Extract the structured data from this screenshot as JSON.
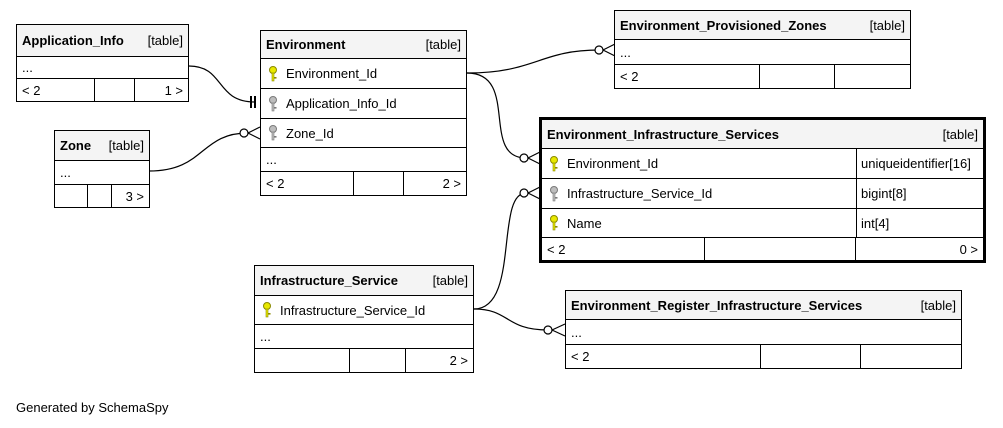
{
  "tables": {
    "application_info": {
      "name": "Application_Info",
      "type": "[table]",
      "rows": [
        {
          "label": "..."
        }
      ],
      "footer": [
        "< 2",
        "",
        "1 >"
      ]
    },
    "zone": {
      "name": "Zone",
      "type": "[table]",
      "rows": [
        {
          "label": "..."
        }
      ],
      "footer": [
        "",
        "",
        "3 >"
      ]
    },
    "environment": {
      "name": "Environment",
      "type": "[table]",
      "rows": [
        {
          "label": "Environment_Id",
          "key": "primary-key"
        },
        {
          "label": "Application_Info_Id",
          "key": "foreign-key"
        },
        {
          "label": "Zone_Id",
          "key": "foreign-key"
        },
        {
          "label": "..."
        }
      ],
      "footer": [
        "< 2",
        "",
        "2 >"
      ]
    },
    "environment_provisioned_zones": {
      "name": "Environment_Provisioned_Zones",
      "type": "[table]",
      "rows": [
        {
          "label": "..."
        }
      ],
      "footer": [
        "< 2",
        "",
        ""
      ]
    },
    "environment_infrastructure_services": {
      "name": "Environment_Infrastructure_Services",
      "type": "[table]",
      "rows": [
        {
          "label": "Environment_Id",
          "key": "primary-key",
          "datatype": "uniqueidentifier[16]"
        },
        {
          "label": "Infrastructure_Service_Id",
          "key": "foreign-key",
          "datatype": "bigint[8]"
        },
        {
          "label": "Name",
          "key": "primary-key",
          "datatype": "int[4]"
        }
      ],
      "footer": [
        "< 2",
        "",
        "0 >"
      ]
    },
    "infrastructure_service": {
      "name": "Infrastructure_Service",
      "type": "[table]",
      "rows": [
        {
          "label": "Infrastructure_Service_Id",
          "key": "primary-key"
        },
        {
          "label": "..."
        }
      ],
      "footer": [
        "",
        "",
        "2 >"
      ]
    },
    "environment_register_infrastructure_services": {
      "name": "Environment_Register_Infrastructure_Services",
      "type": "[table]",
      "rows": [
        {
          "label": "..."
        }
      ],
      "footer": [
        "< 2",
        "",
        ""
      ]
    }
  },
  "colors": {
    "primary_key": "#e8e800",
    "foreign_key": "#bdbdbd",
    "header_bg": "#f4f4f4"
  },
  "footer_note": "Generated by SchemaSpy"
}
